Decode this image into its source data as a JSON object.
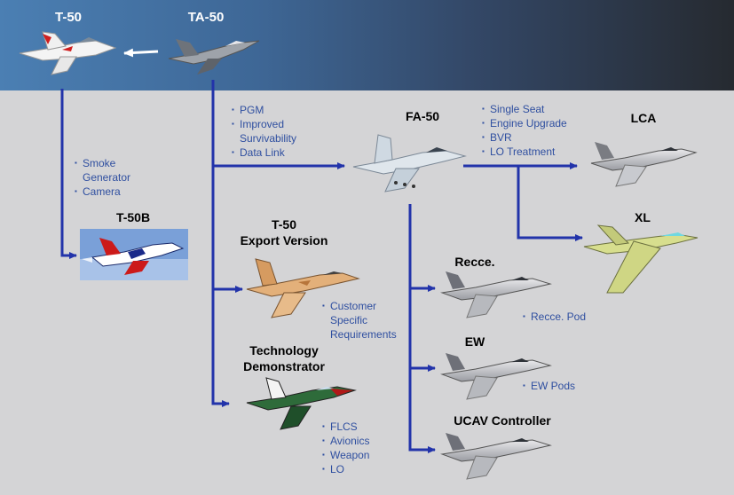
{
  "colors": {
    "connector": "#2233aa",
    "feature_text": "#2f4fa0",
    "header_left": "#4b7fb3",
    "header_right": "#262a30"
  },
  "nodes": {
    "t50": "T-50",
    "ta50": "TA-50",
    "fa50": "FA-50",
    "lca": "LCA",
    "xl": "XL",
    "t50b": "T-50B",
    "t50_export_line1": "T-50",
    "t50_export_line2": "Export Version",
    "tech_demo_line1": "Technology",
    "tech_demo_line2": "Demonstrator",
    "recce": "Recce.",
    "ew": "EW",
    "ucav": "UCAV Controller"
  },
  "features": {
    "t50b": [
      "Smoke",
      "Generator",
      "Camera"
    ],
    "fa50": [
      "PGM",
      "Improved",
      "Survivability",
      "Data Link"
    ],
    "lca": [
      "Single Seat",
      "Engine Upgrade",
      "BVR",
      "LO Treatment"
    ],
    "export": [
      "Customer",
      "Specific",
      "Requirements"
    ],
    "tech_demo": [
      "FLCS",
      "Avionics",
      "Weapon",
      "LO"
    ],
    "recce": [
      "Recce. Pod"
    ],
    "ew": [
      "EW Pods"
    ]
  }
}
